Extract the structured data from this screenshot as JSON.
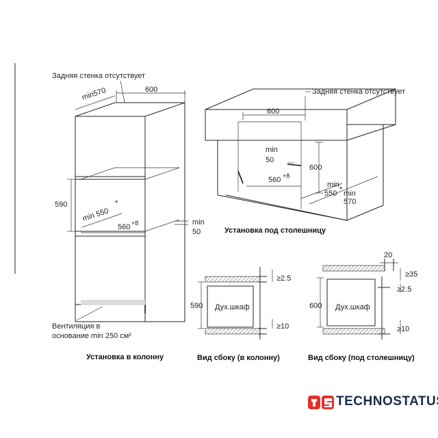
{
  "labels": {
    "no_back_wall_left": "Задняя стенка отсутствует",
    "no_back_wall_right": "Задняя стенка отсутствует",
    "ventilation_line1": "Вентиляция в",
    "ventilation_line2": "основание min 250 см²",
    "oven_cabinet_1": "Дух.шкаф",
    "oven_cabinet_2": "Дух.шкаф"
  },
  "captions": {
    "column_install": "Установка в колонну",
    "under_counter_install": "Установка под столешницу",
    "side_view_column": "Вид сбоку (в колонну)",
    "side_view_counter": "Вид сбоку (под столешницу)"
  },
  "dims_column": {
    "min570": "min570",
    "d600": "600",
    "d590": "590",
    "min550": "min 550",
    "star": "*",
    "d560": "560",
    "sup8": "+8",
    "min": "min",
    "d50": "50"
  },
  "dims_counter": {
    "d600_top": "600",
    "min": "min",
    "d50": "50",
    "d600_side": "600",
    "d560": "560",
    "sup8": "+8",
    "min_right": "min",
    "min550": "550",
    "star": "*",
    "min_label": "min",
    "d570": "570"
  },
  "dims_side_column": {
    "h590": "590",
    "ge25": "≥2.5",
    "ge10": "≥10"
  },
  "dims_side_counter": {
    "d20": "20",
    "ge35": "≥35",
    "ge25": "≥2.5",
    "h600": "600",
    "ge10": "≥10"
  },
  "brand": {
    "name": "TECHNOSTATUS",
    "accent": "#e3312d",
    "text_color": "#1a2a4a"
  }
}
